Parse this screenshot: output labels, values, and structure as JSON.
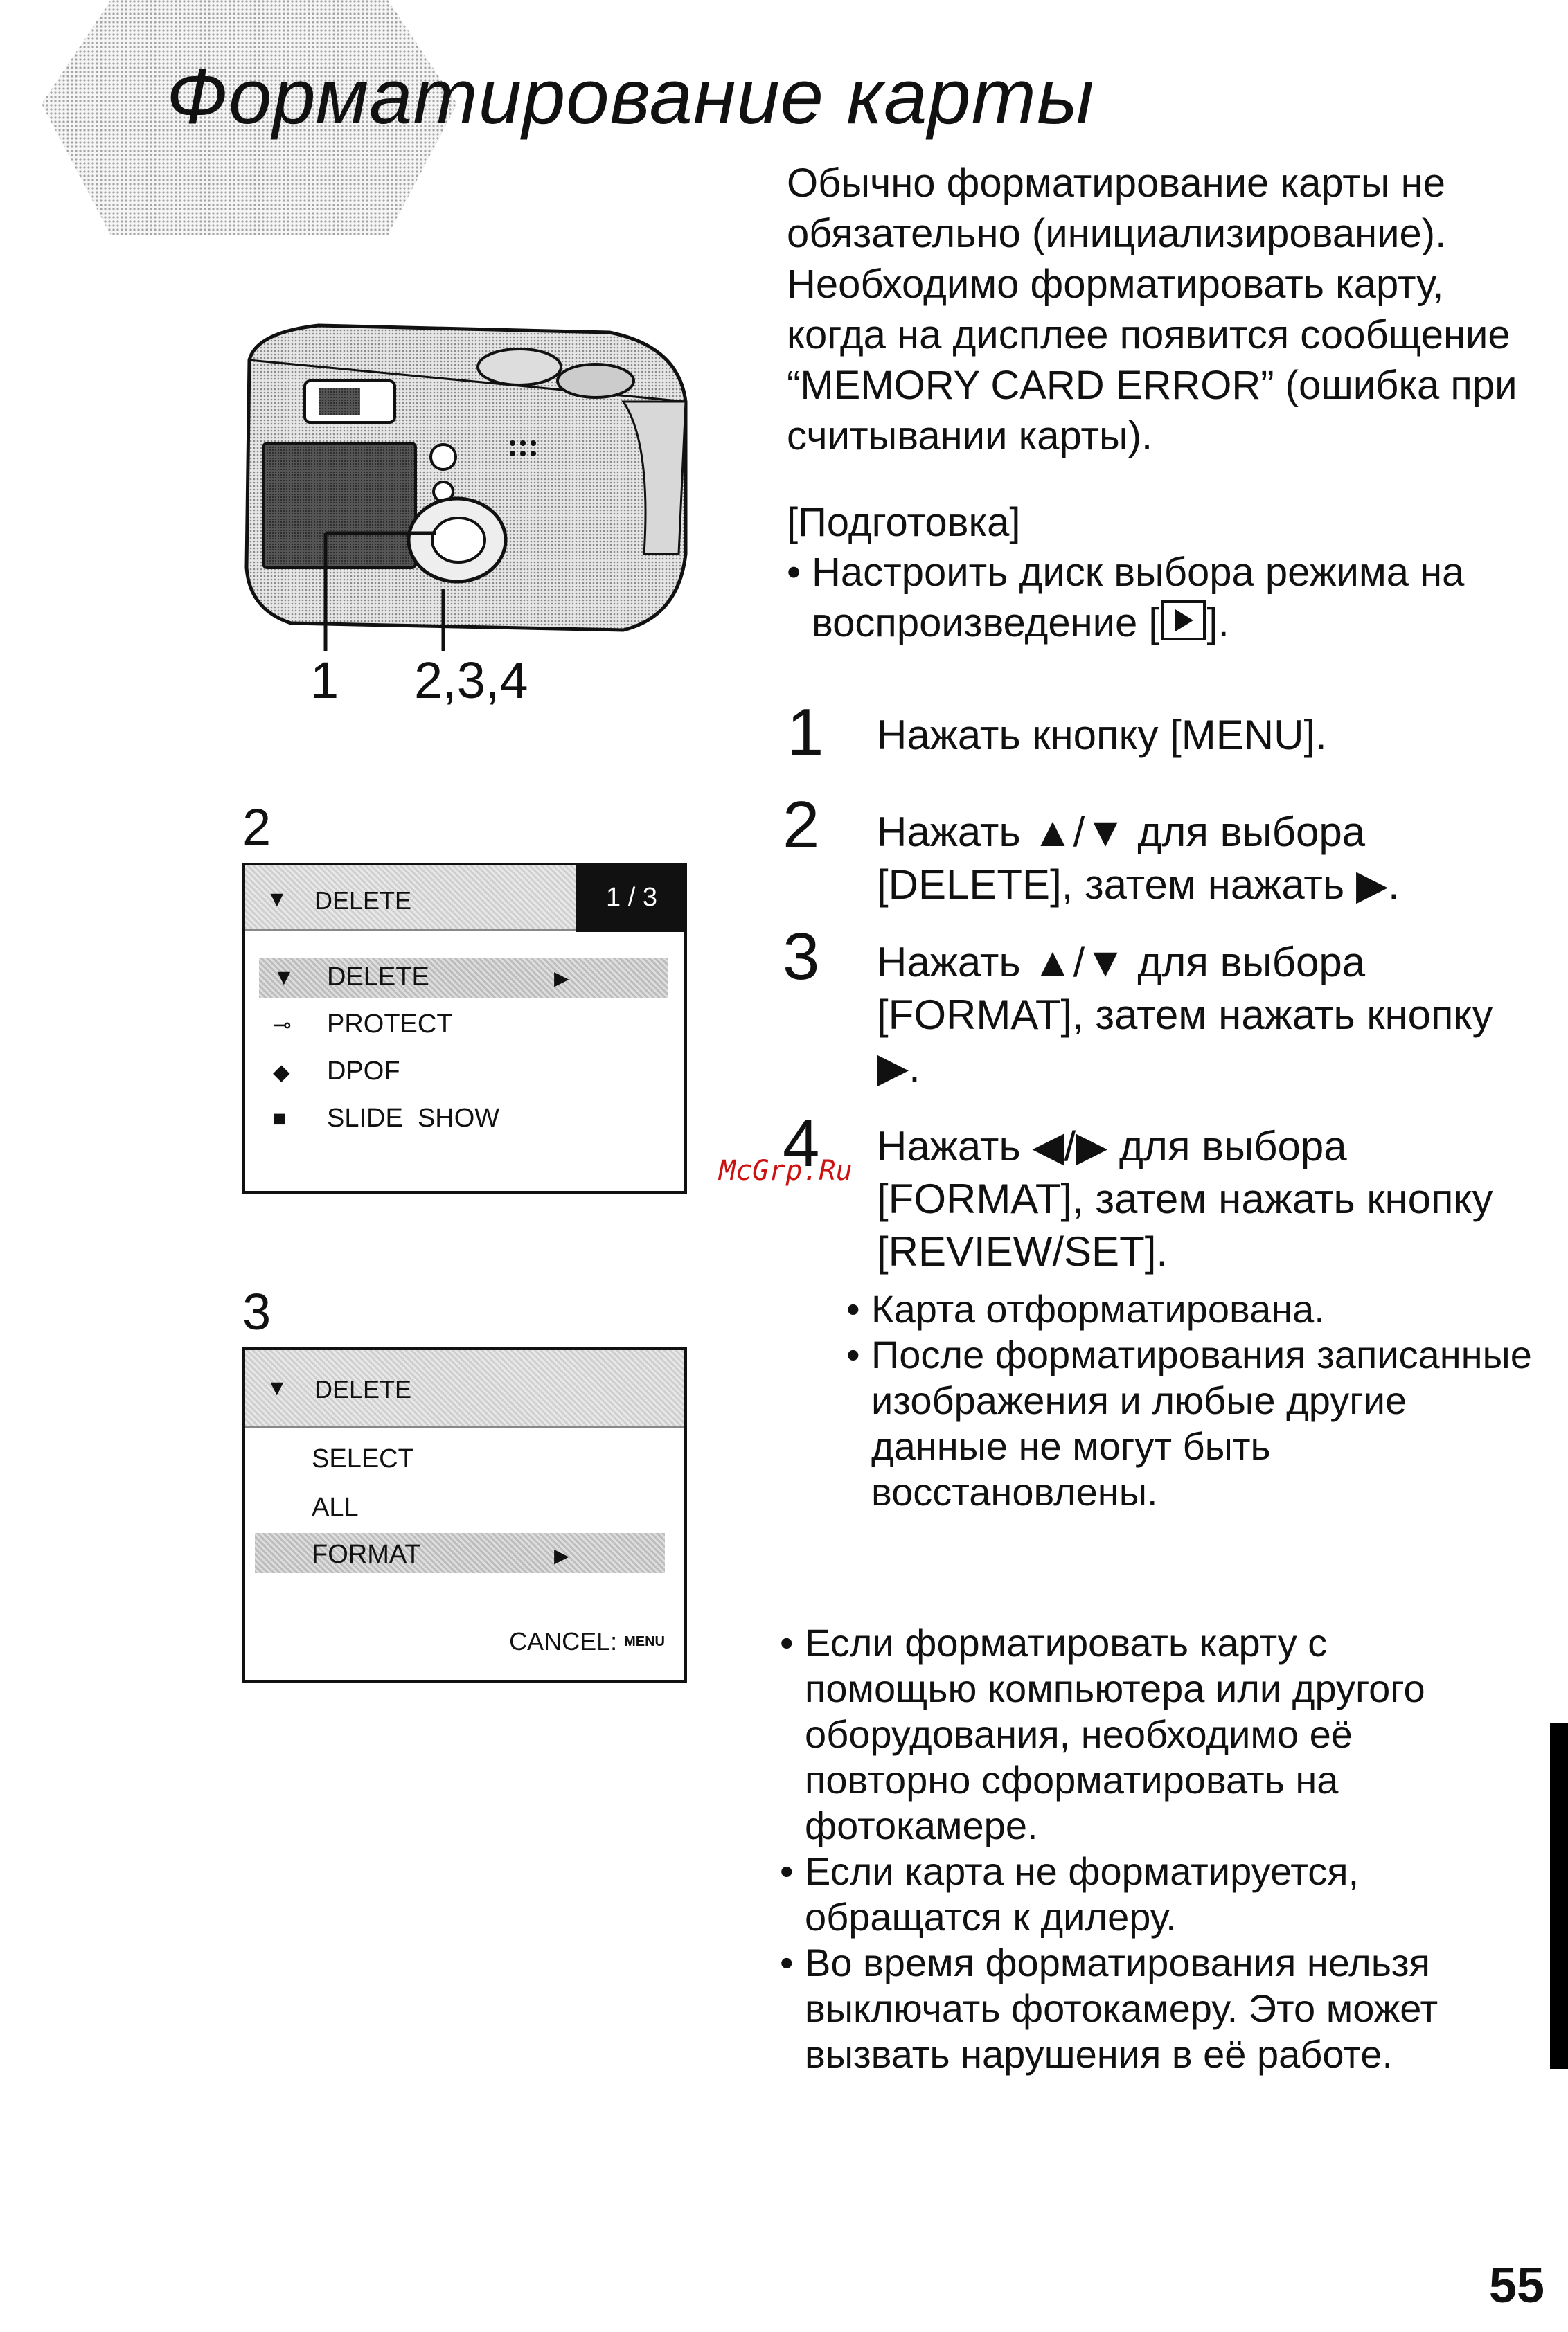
{
  "header": {
    "title": "Форматирование карты"
  },
  "intro": "Обычно форматирование карты не обязательно (инициализирование). Необходимо форматировать карту, когда на дисплее появится сообщение “MEMORY CARD ERROR” (ошибка при считывании карты).",
  "preparation": {
    "label": "[Подготовка]",
    "bullet_before": "Настроить диск выбора режима на воспроизведение [",
    "bullet_after": "]."
  },
  "steps": [
    {
      "num": "1",
      "text": "Нажать кнопку [MENU]."
    },
    {
      "num": "2",
      "text": "Нажать ▲/▼ для выбора [DELETE], затем нажать ▶."
    },
    {
      "num": "3",
      "text": "Нажать ▲/▼ для выбора [FORMAT], затем нажать кнопку ▶."
    },
    {
      "num": "4",
      "text": "Нажать ◀/▶ для выбора [FORMAT], затем нажать кнопку [REVIEW/SET]."
    }
  ],
  "step4_bullets": [
    "Карта отформатирована.",
    "После форматирования записанные изображения и любые другие данные не могут быть восстановлены."
  ],
  "notes": [
    "Если форматировать карту с помощью компьютера или другого оборудования, необходимо её повторно сформатировать на фотокамере.",
    "Если карта не форматируется, обращатся к дилеру.",
    "Во время форматирования нельзя выключать фотокамеру. Это может вызвать нарушения в её работе."
  ],
  "camera_figure": {
    "label_left": "1",
    "label_right": "2,3,4"
  },
  "screen2": {
    "fig_label": "2",
    "header": "DELETE",
    "page": "1 / 3",
    "items": [
      {
        "icon": "trash-icon",
        "label": "DELETE",
        "selected": true
      },
      {
        "icon": "key-icon",
        "label": "PROTECT",
        "selected": false
      },
      {
        "icon": "print-icon",
        "label": "DPOF",
        "selected": false
      },
      {
        "icon": "slideshow-icon",
        "label": "SLIDE  SHOW",
        "selected": false
      }
    ]
  },
  "screen3": {
    "fig_label": "3",
    "header": "DELETE",
    "items": [
      {
        "label": "SELECT",
        "selected": false
      },
      {
        "label": "ALL",
        "selected": false
      },
      {
        "label": "FORMAT",
        "selected": true
      }
    ],
    "cancel": "CANCEL:",
    "cancel_icon_text": "MENU"
  },
  "watermark": "McGrp.Ru",
  "page_number": "55"
}
